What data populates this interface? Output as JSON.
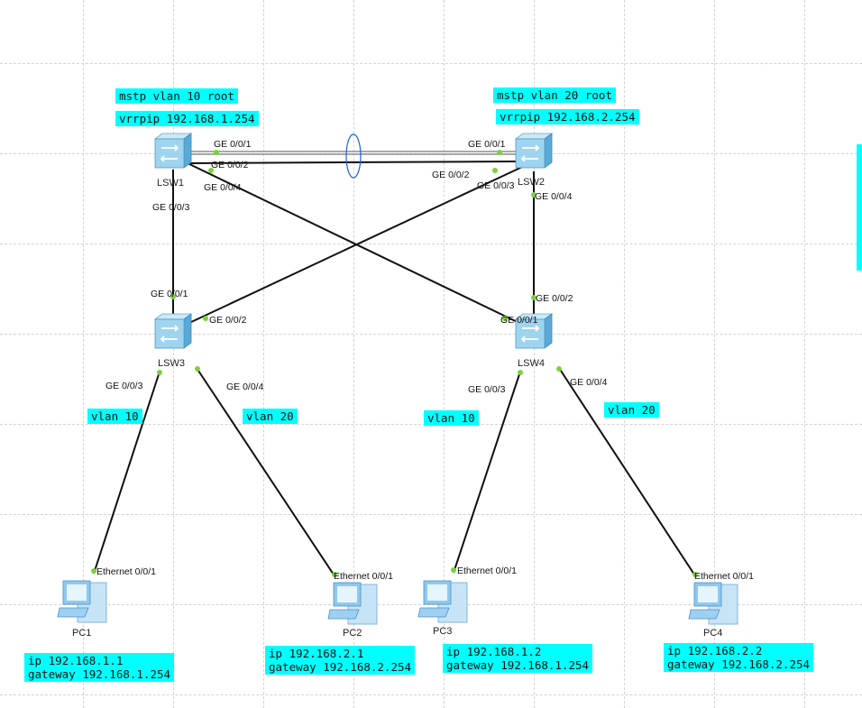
{
  "labels": {
    "lsw1_mstp": "mstp vlan 10 root",
    "lsw1_vrrp": "vrrpip 192.168.1.254",
    "lsw2_mstp": "mstp vlan 20 root",
    "lsw2_vrrp": "vrrpip 192.168.2.254",
    "lsw3_vlan_a": "vlan 10",
    "lsw3_vlan_b": "vlan 20",
    "lsw4_vlan_a": "vlan 10",
    "lsw4_vlan_b": "vlan 20"
  },
  "devices": {
    "lsw1": "LSW1",
    "lsw2": "LSW2",
    "lsw3": "LSW3",
    "lsw4": "LSW4",
    "pc1": "PC1",
    "pc2": "PC2",
    "pc3": "PC3",
    "pc4": "PC4"
  },
  "ports": {
    "lsw1_g1": "GE 0/0/1",
    "lsw1_g2": "GE 0/0/2",
    "lsw1_g4": "GE 0/0/4",
    "lsw1_g3": "GE 0/0/3",
    "lsw2_g1": "GE 0/0/1",
    "lsw2_g2": "GE 0/0/2",
    "lsw2_g3": "GE 0/0/3",
    "lsw2_g4": "GE 0/0/4",
    "lsw3_g1": "GE 0/0/1",
    "lsw3_g2": "GE 0/0/2",
    "lsw3_g3": "GE 0/0/3",
    "lsw3_g4": "GE 0/0/4",
    "lsw4_g2": "GE 0/0/2",
    "lsw4_g1": "GE 0/0/1",
    "lsw4_g3": "GE 0/0/3",
    "lsw4_g4": "GE 0/0/4",
    "pc1_eth": "Ethernet 0/0/1",
    "pc2_eth": "Ethernet 0/0/1",
    "pc3_eth": "Ethernet 0/0/1",
    "pc4_eth": "Ethernet 0/0/1"
  },
  "pcs": {
    "pc1": {
      "ip": "ip 192.168.1.1",
      "gateway": "gateway 192.168.1.254"
    },
    "pc2": {
      "ip": "ip 192.168.2.1",
      "gateway": "gateway 192.168.2.254"
    },
    "pc3": {
      "ip": "ip 192.168.1.2",
      "gateway": "gateway 192.168.1.254"
    },
    "pc4": {
      "ip": "ip 192.168.2.2",
      "gateway": "gateway 192.168.2.254"
    }
  },
  "colors": {
    "label_bg": "#00ffff",
    "link": "#111111",
    "port_dot": "#7ad23a",
    "eth_trunk": "#1e5fd6"
  }
}
